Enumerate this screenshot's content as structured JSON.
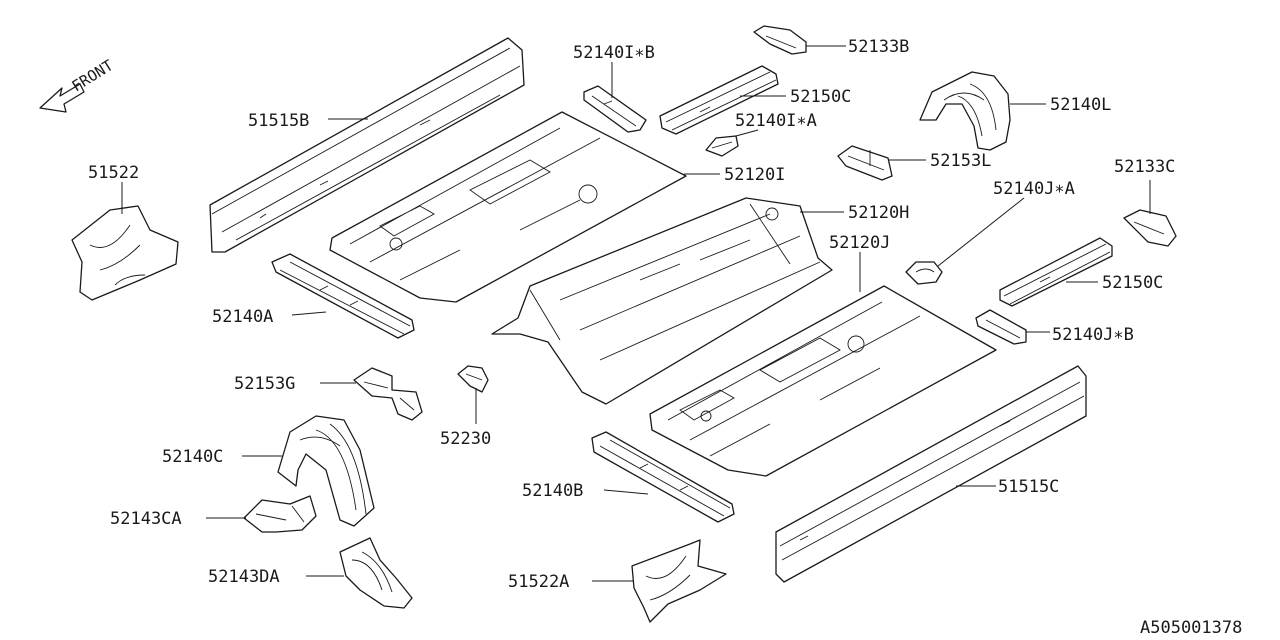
{
  "direction_label": "FRONT",
  "diagram_id": "A505001378",
  "labels": {
    "p51515B": "51515B",
    "p51522": "51522",
    "p52140A": "52140A",
    "p52153G": "52153G",
    "p52140C": "52140C",
    "p52143CA": "52143CA",
    "p52143DA": "52143DA",
    "p52230": "52230",
    "p52140IB": "52140I∗B",
    "p52133B": "52133B",
    "p52150C_top": "52150C",
    "p52140IA": "52140I∗A",
    "p52140L": "52140L",
    "p52153L": "52153L",
    "p52120I": "52120I",
    "p52133C": "52133C",
    "p52120H": "52120H",
    "p52140JA": "52140J∗A",
    "p52120J": "52120J",
    "p52150C_right": "52150C",
    "p52140JB": "52140J∗B",
    "p52140B": "52140B",
    "p51515C": "51515C",
    "p51522A": "51522A"
  }
}
